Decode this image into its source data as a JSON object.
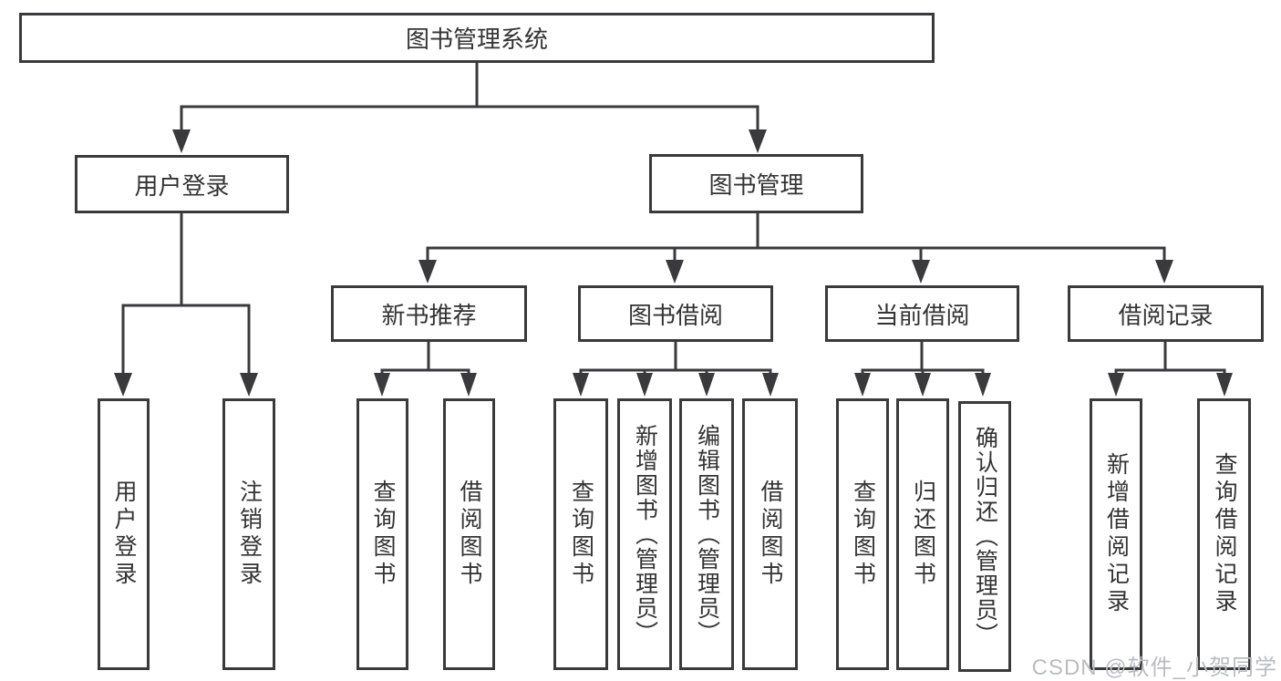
{
  "diagram": {
    "root": "图书管理系统",
    "level2": {
      "user_login": "用户登录",
      "book_management": "图书管理"
    },
    "user_login_children": {
      "login": "用户登录",
      "logout": "注销登录"
    },
    "book_management_children": {
      "new_book_recommend": "新书推荐",
      "book_borrow": "图书借阅",
      "current_borrow": "当前借阅",
      "borrow_records": "借阅记录"
    },
    "new_book_recommend_children": {
      "query_book": "查询图书",
      "borrow_book": "借阅图书"
    },
    "book_borrow_children": {
      "query_book": "查询图书",
      "add_book_admin": "新增图书（管理员）",
      "edit_book_admin": "编辑图书（管理员）",
      "borrow_book": "借阅图书"
    },
    "current_borrow_children": {
      "query_book": "查询图书",
      "return_book": "归还图书",
      "confirm_return_admin": "确认归还（管理员）"
    },
    "borrow_records_children": {
      "add_borrow_record": "新增借阅记录",
      "query_borrow_record": "查询借阅记录"
    }
  },
  "watermark": "CSDN @软件_小贺同学"
}
